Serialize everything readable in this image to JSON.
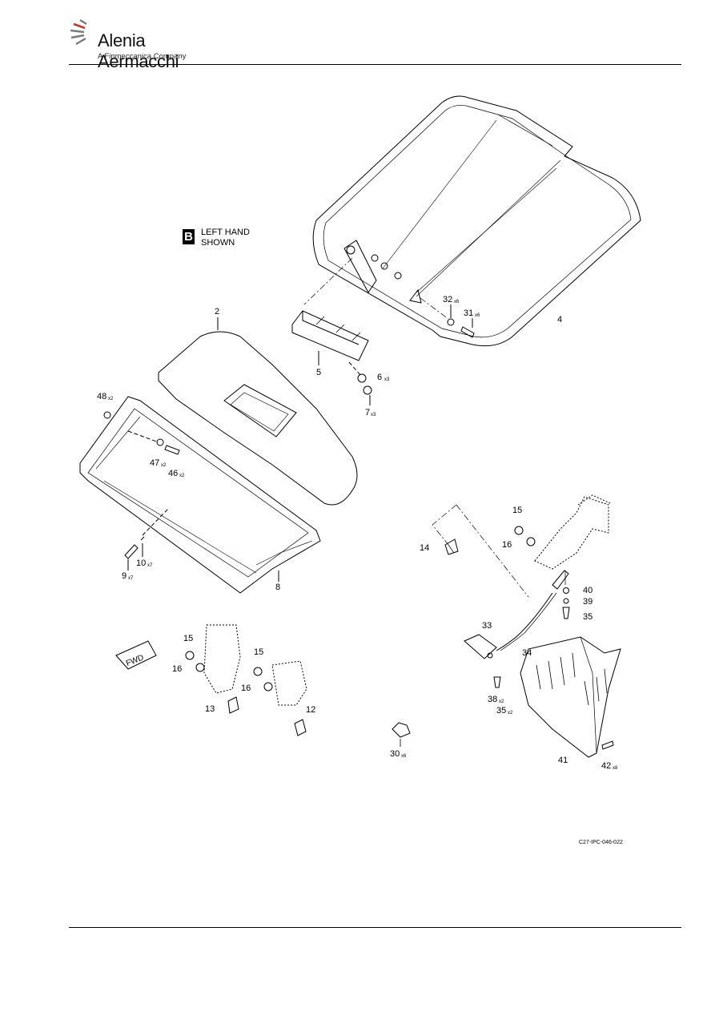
{
  "header": {
    "brand": "Alenia Aermacchi",
    "tagline": "A Finmeccanica Company"
  },
  "view_note": {
    "letter": "B",
    "line1": "LEFT HAND",
    "line2": "SHOWN"
  },
  "fwd_label": "FWD",
  "figure_id": "C27-IPC-046-022",
  "callouts": [
    {
      "num": "2",
      "qty": ""
    },
    {
      "num": "4",
      "qty": ""
    },
    {
      "num": "5",
      "qty": ""
    },
    {
      "num": "6",
      "qty": "x3"
    },
    {
      "num": "7",
      "qty": "x3"
    },
    {
      "num": "8",
      "qty": ""
    },
    {
      "num": "9",
      "qty": "x7"
    },
    {
      "num": "10",
      "qty": "x7"
    },
    {
      "num": "12",
      "qty": ""
    },
    {
      "num": "13",
      "qty": ""
    },
    {
      "num": "14",
      "qty": ""
    },
    {
      "num": "15",
      "qty": ""
    },
    {
      "num": "15",
      "qty": ""
    },
    {
      "num": "15",
      "qty": ""
    },
    {
      "num": "16",
      "qty": ""
    },
    {
      "num": "16",
      "qty": ""
    },
    {
      "num": "16",
      "qty": ""
    },
    {
      "num": "30",
      "qty": "x6"
    },
    {
      "num": "31",
      "qty": "x6"
    },
    {
      "num": "32",
      "qty": "x6"
    },
    {
      "num": "33",
      "qty": ""
    },
    {
      "num": "34",
      "qty": ""
    },
    {
      "num": "35",
      "qty": ""
    },
    {
      "num": "35",
      "qty": "x2"
    },
    {
      "num": "38",
      "qty": "x2"
    },
    {
      "num": "39",
      "qty": ""
    },
    {
      "num": "40",
      "qty": ""
    },
    {
      "num": "41",
      "qty": ""
    },
    {
      "num": "42",
      "qty": "x8"
    },
    {
      "num": "46",
      "qty": "x2"
    },
    {
      "num": "47",
      "qty": "x2"
    },
    {
      "num": "48",
      "qty": "x2"
    }
  ]
}
